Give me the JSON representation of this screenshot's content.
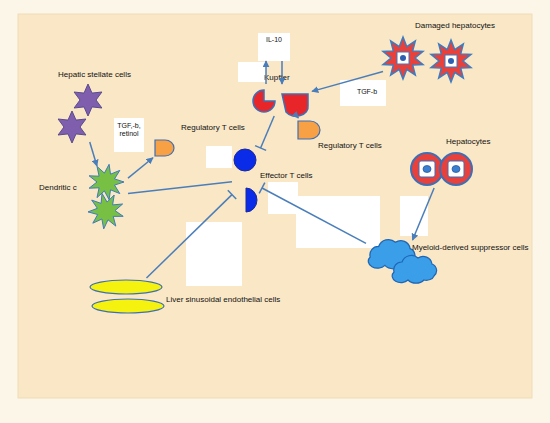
{
  "diagram": {
    "nodes": [
      {
        "text": [
          "IL-10"
        ]
      },
      {
        "text": [
          "Damaged hepatocytes"
        ]
      },
      {
        "text": [
          "Hepatic stellate cells"
        ]
      },
      {
        "text": [
          "Kupffer"
        ]
      },
      {
        "text": [
          "TGF-b"
        ]
      },
      {
        "text": [
          "TGF,-b, retinol"
        ]
      },
      {
        "text": [
          "Regulatory T cells"
        ]
      },
      {
        "text": [
          "Regulatory T cells"
        ]
      },
      {
        "text": [
          "Hepatocytes"
        ]
      },
      {
        "text": [
          "Effector T cells"
        ]
      },
      {
        "text": [
          "Dendritic c"
        ]
      },
      {
        "text": [
          "Myeloid-derived suppressor cells"
        ]
      },
      {
        "text": [
          "Liver sinusoidal endothelial cells"
        ]
      }
    ],
    "edges": [
      {
        "from": 2,
        "to": 10,
        "arrow": "to"
      },
      {
        "from": 10,
        "to": 6,
        "arrow": "to"
      },
      {
        "from": 10,
        "to": 9,
        "arrow": "none"
      },
      {
        "from": 3,
        "to": 9,
        "arrow": "none"
      },
      {
        "from": 3,
        "to": 7,
        "arrow": "to"
      },
      {
        "from": 1,
        "to": 3,
        "arrow": "to"
      },
      {
        "from": 3,
        "to": 0,
        "arrow": "to"
      },
      {
        "from": 0,
        "to": 3,
        "arrow": "to"
      },
      {
        "from": 8,
        "to": 11,
        "arrow": "to"
      },
      {
        "from": 11,
        "to": 9,
        "arrow": "none"
      },
      {
        "from": 12,
        "to": 9,
        "arrow": "none"
      }
    ]
  }
}
